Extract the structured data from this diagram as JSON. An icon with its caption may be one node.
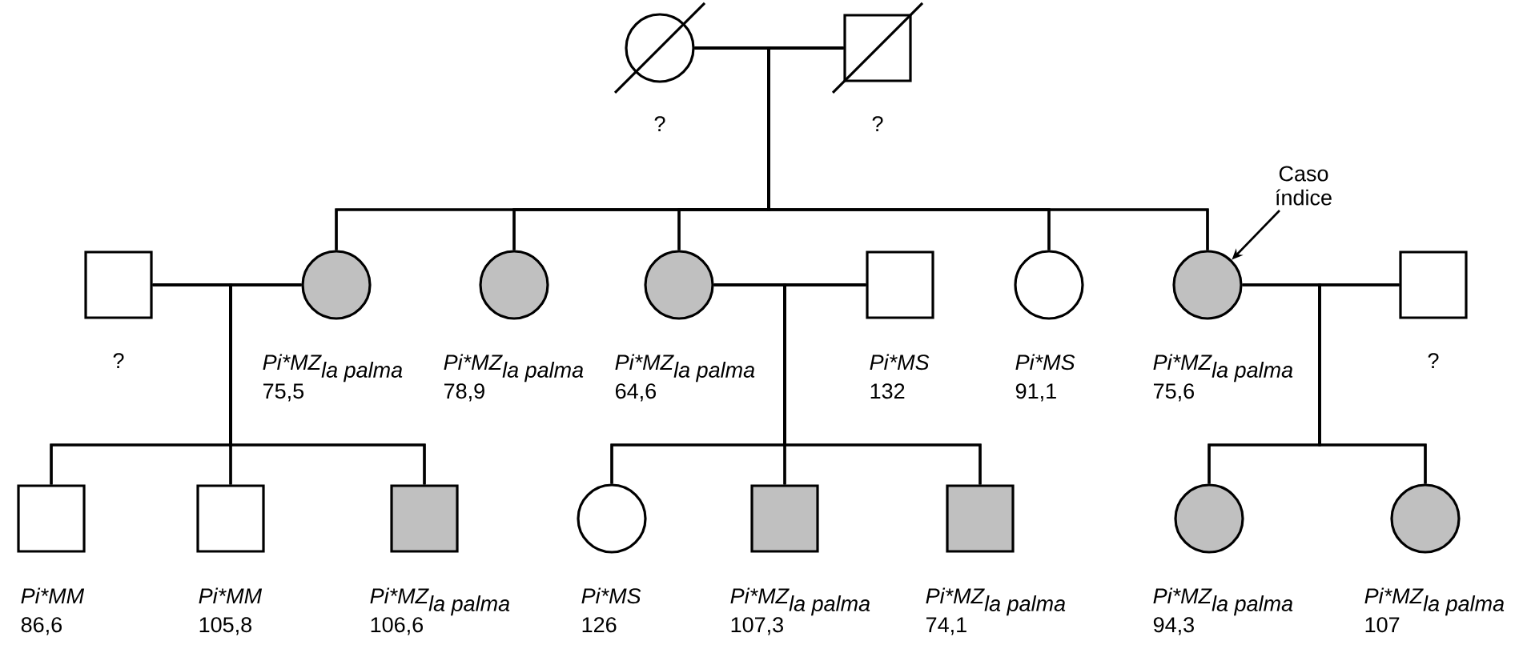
{
  "diagram": {
    "nodes": [
      {
        "text": [],
        "shape": "circle",
        "beside": [
          "?"
        ]
      },
      {
        "text": [],
        "shape": "box",
        "beside": [
          "?"
        ]
      },
      {
        "text": [],
        "shape": "box",
        "beside": [
          "?"
        ]
      },
      {
        "text": [],
        "shape": "circle",
        "beside": [
          "\\textit{Pi*MZ}_{\\textit{la palma}}",
          "75,5"
        ]
      },
      {
        "text": [],
        "shape": "circle",
        "beside": [
          "\\textit{Pi*MZ}_{\\textit{la palma}}",
          "78,9"
        ]
      },
      {
        "text": [],
        "shape": "circle",
        "beside": [
          "\\textit{Pi*MZ}_{\\textit{la palma}}",
          "64,6"
        ]
      },
      {
        "text": [],
        "shape": "box",
        "beside": [
          "Pi*MS",
          "132"
        ]
      },
      {
        "text": [],
        "shape": "circle",
        "beside": [
          "Pi*MS",
          "91,1"
        ]
      },
      {
        "text": [],
        "shape": "circle",
        "beside": [
          "\\textit{Pi*MZ}_{\\textit{la palma}}",
          "75,6"
        ]
      },
      {
        "text": [],
        "shape": "box",
        "beside": [
          "?"
        ]
      },
      {
        "text": [],
        "shape": "box",
        "beside": [
          "Pi*MM",
          "86,6"
        ]
      },
      {
        "text": [],
        "shape": "box",
        "beside": [
          "Pi*MM",
          "105,8"
        ]
      },
      {
        "text": [],
        "shape": "box",
        "beside": [
          "\\textit{Pi*MZ}_{\\textit{la palma}}",
          "106,6"
        ]
      },
      {
        "text": [],
        "shape": "circle",
        "beside": [
          "Pi*MS",
          "126"
        ]
      },
      {
        "text": [],
        "shape": "box",
        "beside": [
          "\\textit{Pi*MZ}_{\\textit{la palma}}",
          "107,3"
        ]
      },
      {
        "text": [],
        "shape": "box",
        "beside": [
          "\\textit{Pi*MZ}_{\\textit{la palma}}",
          "74,1"
        ]
      },
      {
        "text": [],
        "shape": "circle",
        "beside": [
          "\\textit{Pi*MZ}_{\\textit{la palma}}",
          "94,3"
        ]
      },
      {
        "text": [],
        "shape": "circle",
        "beside": [
          "\\textit{Pi*MZ}_{\\textit{la palma}}",
          "107"
        ]
      },
      {
        "text": [
          "Caso índice"
        ]
      }
    ],
    "edges": [
      {
        "from": 0,
        "to": 1,
        "arrow": "none"
      },
      {
        "from": 0,
        "to": 3,
        "arrow": "none"
      },
      {
        "from": 1,
        "to": 3,
        "arrow": "none"
      },
      {
        "from": 0,
        "to": 4,
        "arrow": "none"
      },
      {
        "from": 1,
        "to": 4,
        "arrow": "none"
      },
      {
        "from": 0,
        "to": 5,
        "arrow": "none"
      },
      {
        "from": 1,
        "to": 5,
        "arrow": "none"
      },
      {
        "from": 0,
        "to": 7,
        "arrow": "none"
      },
      {
        "from": 1,
        "to": 7,
        "arrow": "none"
      },
      {
        "from": 0,
        "to": 8,
        "arrow": "none"
      },
      {
        "from": 1,
        "to": 8,
        "arrow": "none"
      },
      {
        "from": 2,
        "to": 3,
        "arrow": "none"
      },
      {
        "from": 5,
        "to": 6,
        "arrow": "none"
      },
      {
        "from": 8,
        "to": 9,
        "arrow": "none"
      },
      {
        "from": 2,
        "to": 10,
        "arrow": "none"
      },
      {
        "from": 3,
        "to": 10,
        "arrow": "none"
      },
      {
        "from": 2,
        "to": 11,
        "arrow": "none"
      },
      {
        "from": 3,
        "to": 11,
        "arrow": "none"
      },
      {
        "from": 2,
        "to": 12,
        "arrow": "none"
      },
      {
        "from": 3,
        "to": 12,
        "arrow": "none"
      },
      {
        "from": 5,
        "to": 13,
        "arrow": "none"
      },
      {
        "from": 6,
        "to": 13,
        "arrow": "none"
      },
      {
        "from": 5,
        "to": 14,
        "arrow": "none"
      },
      {
        "from": 6,
        "to": 14,
        "arrow": "none"
      },
      {
        "from": 5,
        "to": 15,
        "arrow": "none"
      },
      {
        "from": 6,
        "to": 15,
        "arrow": "none"
      },
      {
        "from": 8,
        "to": 16,
        "arrow": "none"
      },
      {
        "from": 9,
        "to": 16,
        "arrow": "none"
      },
      {
        "from": 8,
        "to": 17,
        "arrow": "none"
      },
      {
        "from": 9,
        "to": 17,
        "arrow": "none"
      },
      {
        "from": 18,
        "to": 8,
        "arrow": "to"
      }
    ]
  }
}
